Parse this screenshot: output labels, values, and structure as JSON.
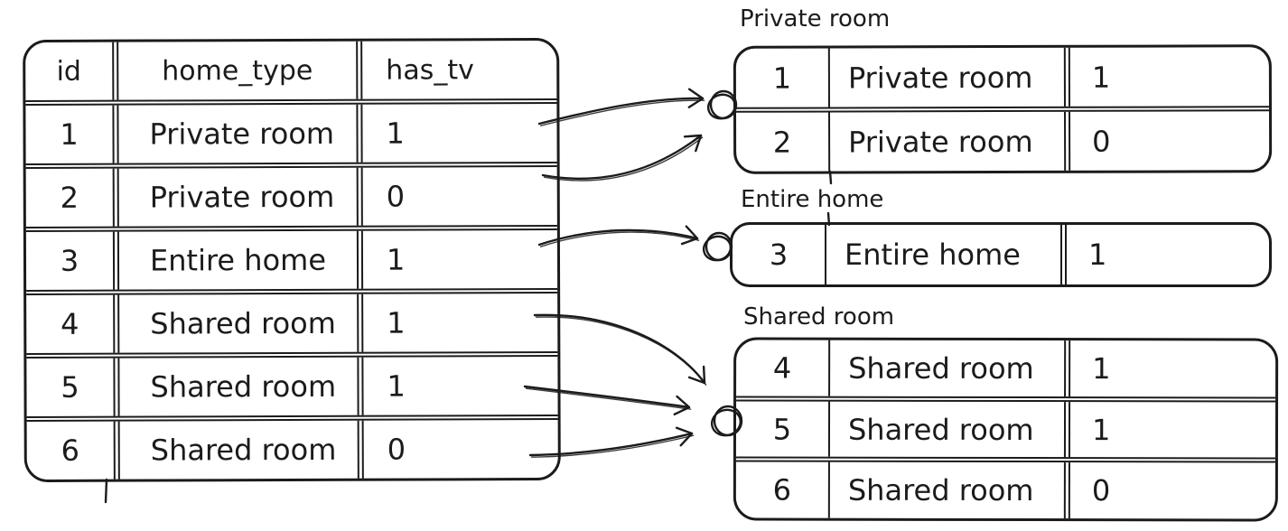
{
  "colors": {
    "ink": "#1b1b1b",
    "background": "#ffffff"
  },
  "source_table": {
    "headers": [
      "id",
      "home_type",
      "has_tv"
    ],
    "rows": [
      [
        "1",
        "Private room",
        "1"
      ],
      [
        "2",
        "Private room",
        "0"
      ],
      [
        "3",
        "Entire home",
        "1"
      ],
      [
        "4",
        "Shared room",
        "1"
      ],
      [
        "5",
        "Shared room",
        "1"
      ],
      [
        "6",
        "Shared room",
        "0"
      ]
    ]
  },
  "groups": [
    {
      "label": "Private room",
      "rows": [
        [
          "1",
          "Private room",
          "1"
        ],
        [
          "2",
          "Private room",
          "0"
        ]
      ]
    },
    {
      "label": "Entire home",
      "rows": [
        [
          "3",
          "Entire home",
          "1"
        ]
      ]
    },
    {
      "label": "Shared room",
      "rows": [
        [
          "4",
          "Shared room",
          "1"
        ],
        [
          "5",
          "Shared room",
          "1"
        ],
        [
          "6",
          "Shared room",
          "0"
        ]
      ]
    }
  ]
}
